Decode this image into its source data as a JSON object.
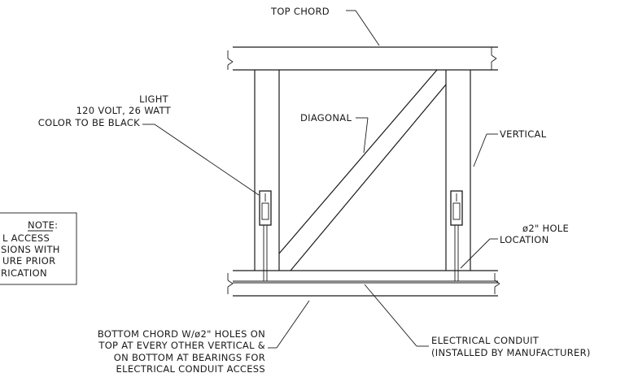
{
  "labels": {
    "top_chord": "TOP CHORD",
    "light_line1": "LIGHT",
    "light_line2": "120 VOLT, 26 WATT",
    "light_line3": "COLOR TO BE BLACK",
    "diagonal": "DIAGONAL",
    "vertical": "VERTICAL",
    "hole_line1": "ø2\" HOLE",
    "hole_line2": "LOCATION",
    "bottom_line1": "BOTTOM CHORD W/ø2\" HOLES ON",
    "bottom_line2": "TOP AT EVERY OTHER VERTICAL &",
    "bottom_line3": "ON BOTTOM AT BEARINGS FOR",
    "bottom_line4": "ELECTRICAL CONDUIT ACCESS",
    "conduit_line1": "ELECTRICAL CONDUIT",
    "conduit_line2": "(INSTALLED BY MANUFACTURER)"
  },
  "note_box": {
    "title": "NOTE:",
    "line1": "L ACCESS",
    "line2": "SIONS WITH",
    "line3": "URE PRIOR",
    "line4": "RICATION"
  }
}
